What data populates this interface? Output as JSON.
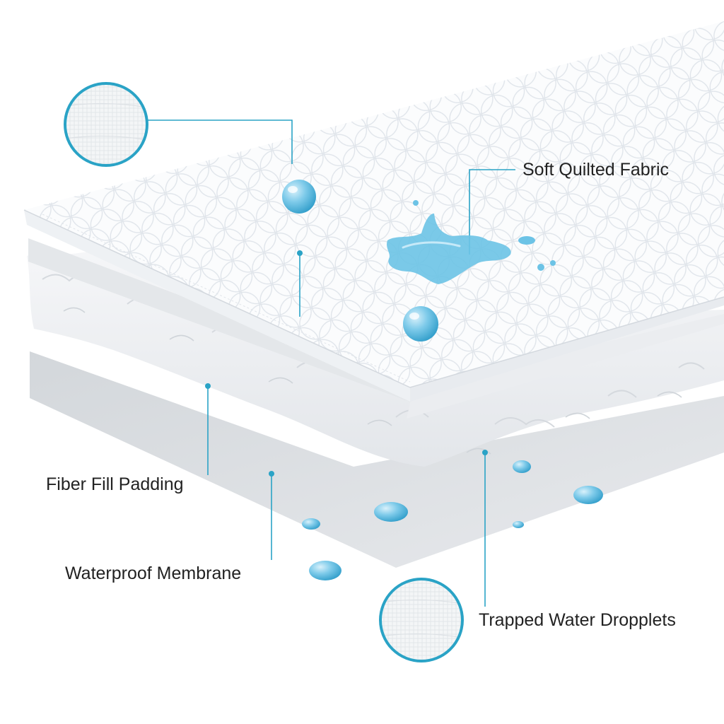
{
  "labels": {
    "soft_quilted_fabric": "Soft Quilted Fabric",
    "fiber_fill_padding": "Fiber Fill Padding",
    "waterproof_membrane": "Waterproof Membrane",
    "trapped_water_droplets": "Trapped Water Dropplets"
  },
  "colors": {
    "callout_line": "#2aa3c6",
    "water": "#6cc3e6",
    "water_dark": "#2e9cc9",
    "fabric": "#fbfcfd",
    "membrane": "#dcdfe2",
    "padding": "#f0f2f4",
    "label_text": "#222222"
  },
  "icons": {
    "magnifier_top": "fabric-texture-magnifier-icon",
    "magnifier_bottom": "fabric-texture-magnifier-icon",
    "splash": "water-splash-icon",
    "droplet": "water-droplet-icon"
  }
}
